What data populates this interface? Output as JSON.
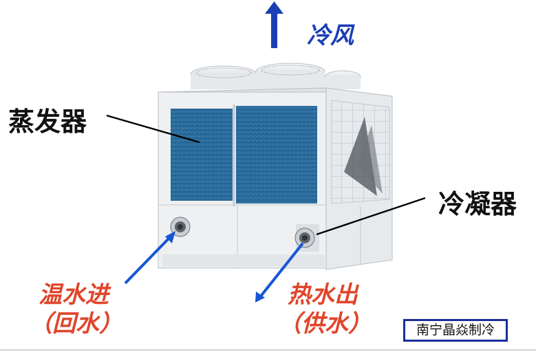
{
  "labels": {
    "cold_air": "冷风",
    "evaporator": "蒸发器",
    "condenser": "冷凝器",
    "water_in_line1": "温水进",
    "water_in_line2": "（回水）",
    "water_out_line1": "热水出",
    "water_out_line2": "（供水）"
  },
  "watermark": "南宁晶焱制冷",
  "colors": {
    "blue_text": "#1a3fb5",
    "red_text": "#e0452b",
    "arrow_blue": "#1655d6",
    "coil": "#2f6f9e",
    "cabinet": "#eef0f2"
  }
}
